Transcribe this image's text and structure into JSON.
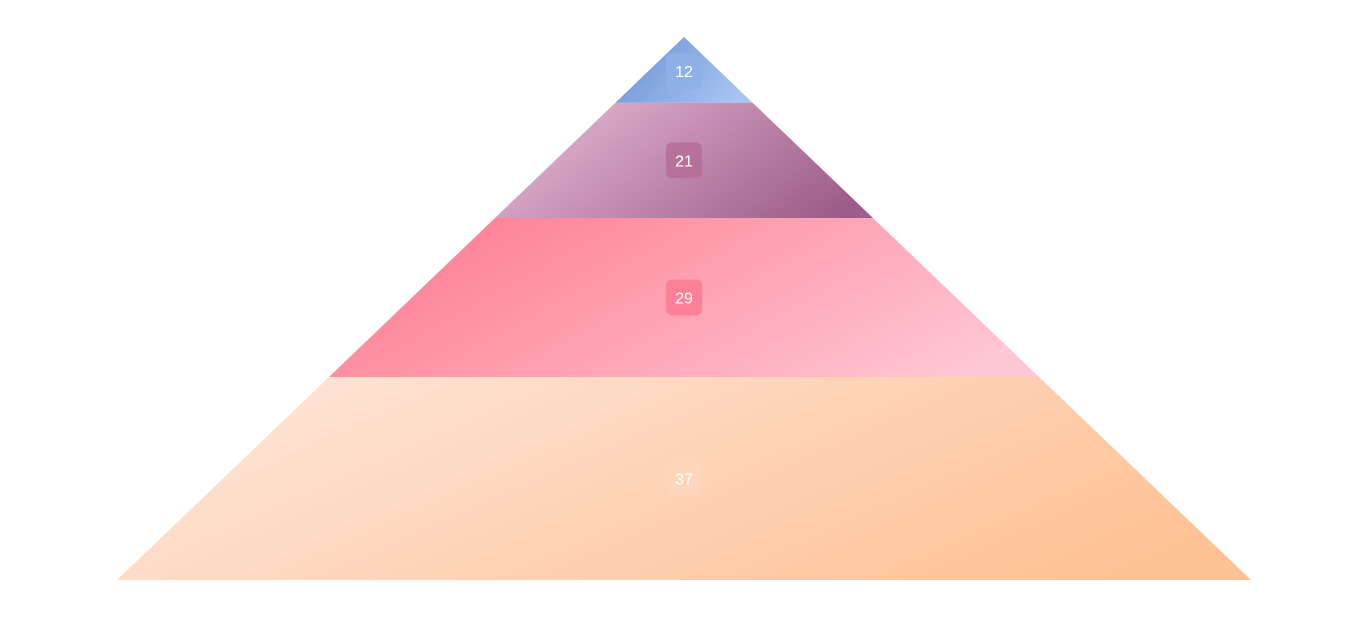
{
  "chart_data": {
    "type": "pyramid",
    "title": "",
    "legend": "none",
    "order": "top-to-bottom",
    "segments": [
      {
        "value": 12,
        "label": "12",
        "colors": [
          "#6f95d6",
          "#a9c4f2"
        ],
        "badge": "#8fb0e6"
      },
      {
        "value": 21,
        "label": "21",
        "colors": [
          "#e3b5d1",
          "#9d5d8a"
        ],
        "badge": "#b56d98"
      },
      {
        "value": 29,
        "label": "29",
        "colors": [
          "#fd7d92",
          "#ffc6d3"
        ],
        "badge": "#fb7a92"
      },
      {
        "value": 37,
        "label": "37",
        "colors": [
          "#fee4d6",
          "#fec194"
        ],
        "badge": "#fdd6bb"
      }
    ]
  }
}
